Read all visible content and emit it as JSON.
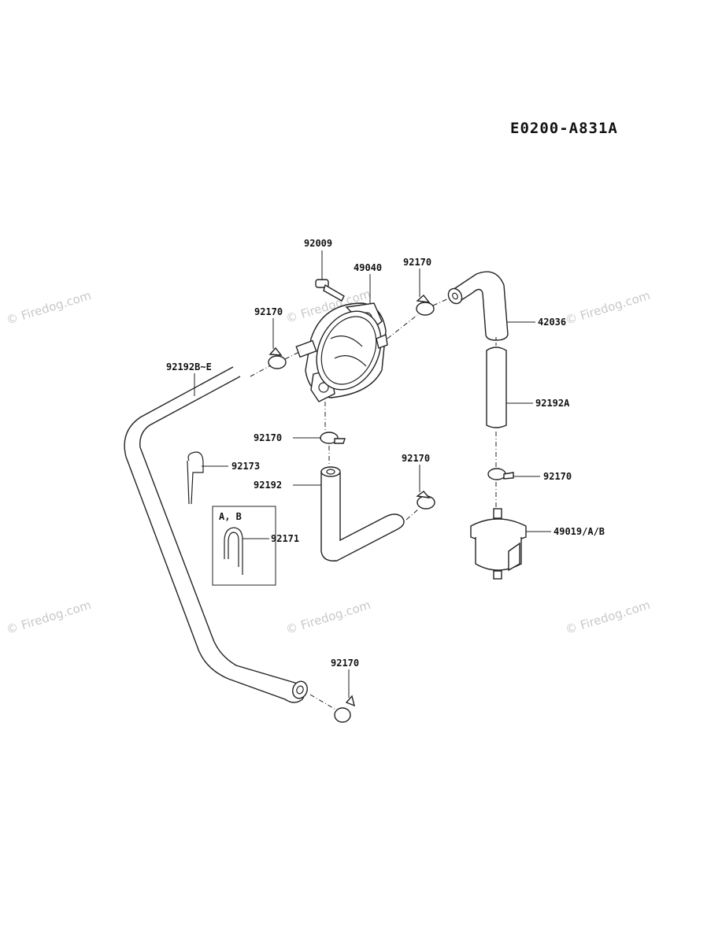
{
  "diagram_code": "E0200-A831A",
  "watermark": "© Firedog.com",
  "inset_label": "A, B",
  "parts": {
    "p92009": "92009",
    "p49040": "49040",
    "p92170_top": "92170",
    "p92170_left": "92170",
    "p42036": "42036",
    "p92192BE": "92192B~E",
    "p92192A": "92192A",
    "p92170_mid": "92170",
    "p92173": "92173",
    "p92192": "92192",
    "p92170_right": "92170",
    "p92170_filter": "92170",
    "p92171": "92171",
    "p49019": "49019/A/B",
    "p92170_bottom": "92170"
  }
}
